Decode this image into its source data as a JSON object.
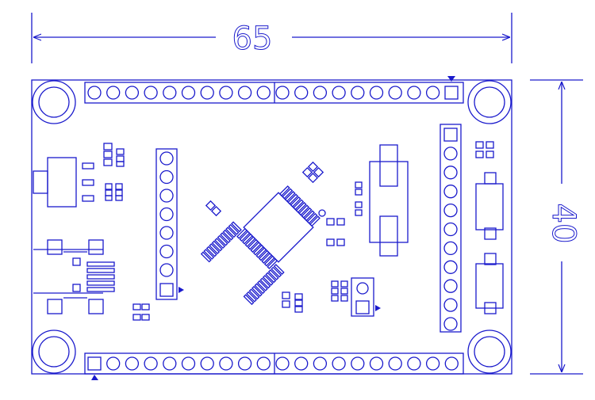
{
  "dimensions": {
    "width_label": "65",
    "height_label": "40"
  },
  "colors": {
    "line": "#1a1acc",
    "background": "#ffffff"
  },
  "board": {
    "mounting_holes": 4,
    "top_header_pins": 20,
    "bottom_header_pins": 20,
    "left_inner_header_pins": 8,
    "right_inner_header_pins": 11,
    "qfp_leads_per_side": 12,
    "pin1_marker": "triangle"
  }
}
